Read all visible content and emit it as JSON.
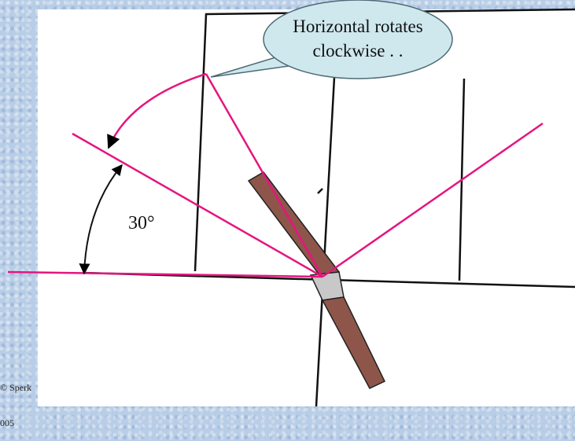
{
  "callout": {
    "text_line1": "Horizontal rotates",
    "text_line2": "clockwise . ."
  },
  "angle_label": "30°",
  "copyright": {
    "line1": "© Sperk",
    "line2": "005"
  },
  "colors": {
    "ray": "#e5157f",
    "callout_fill": "#cfe8ee",
    "callout_stroke": "#4d6a74",
    "stick_fill": "#8e564a",
    "stick_tip": "#c8c8c8",
    "frame_lines": "#111111"
  },
  "icons": [
    "callout-bubble",
    "rotation-arrow",
    "angle-arc",
    "mirror-stick"
  ]
}
